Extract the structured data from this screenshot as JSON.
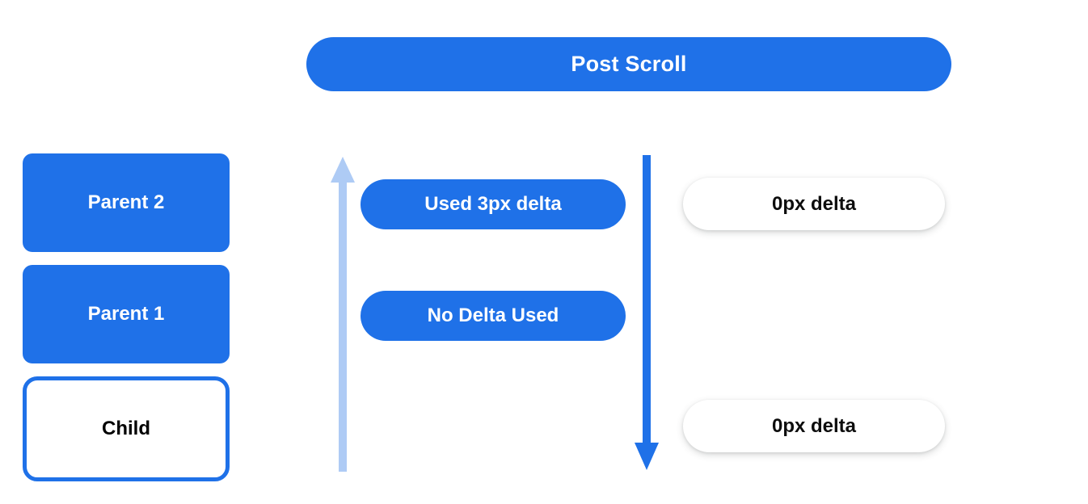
{
  "banner": {
    "label": "Post Scroll"
  },
  "colors": {
    "blue": "#1f71e8",
    "light_blue": "#aecbf5",
    "white": "#ffffff",
    "text_dark": "#0d0d0d",
    "background": "#ffffff"
  },
  "stack": {
    "boxes": [
      {
        "label": "Parent 2",
        "style": "filled"
      },
      {
        "label": "Parent 1",
        "style": "filled"
      },
      {
        "label": "Child",
        "style": "outlined"
      }
    ]
  },
  "arrows": [
    {
      "name": "scroll-chain-up-arrow",
      "direction": "up",
      "color": "#aecbf5"
    },
    {
      "name": "scroll-chain-down-arrow",
      "direction": "down",
      "color": "#1f71e8"
    }
  ],
  "middle_pills": [
    {
      "label": "Used 3px delta"
    },
    {
      "label": "No Delta Used"
    }
  ],
  "right_pills": [
    {
      "label": "0px delta"
    },
    {
      "label": "0px delta"
    }
  ]
}
